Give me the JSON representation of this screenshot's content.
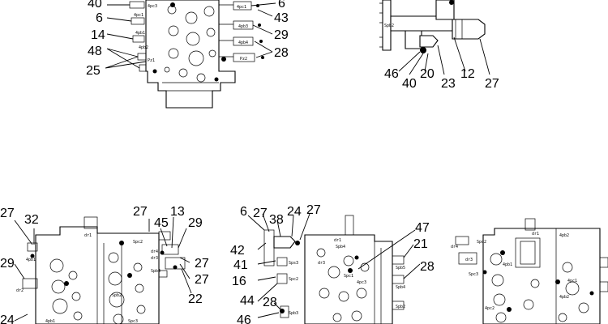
{
  "callouts": {
    "v1": [
      "40",
      "6",
      "14",
      "48",
      "25",
      "6",
      "43",
      "29",
      "28"
    ],
    "v2": [
      "46",
      "40",
      "20",
      "23",
      "12",
      "27"
    ],
    "v3": [
      "27",
      "32",
      "29",
      "24",
      "27",
      "45",
      "13",
      "29",
      "27",
      "27",
      "22"
    ],
    "v4": [
      "6",
      "27",
      "38",
      "24",
      "27",
      "42",
      "41",
      "16",
      "44",
      "28",
      "46",
      "47",
      "21",
      "28"
    ]
  },
  "ports": {
    "v1": [
      "4pc1",
      "4pb1",
      "4pb2",
      "Pz1",
      "4pc3",
      "4pc1",
      "4pb3",
      "4pb4",
      "Pz2"
    ],
    "v2": [
      "Spb2"
    ],
    "v3": [
      "dr1",
      "Spc2",
      "4pb1",
      "dr4",
      "dr3",
      "Spb4",
      "dr2",
      "4pb1",
      "Spb2",
      "Spc3"
    ],
    "v4": [
      "dr1",
      "Spb4",
      "dr3",
      "Sps3",
      "Spc1",
      "Spb5",
      "Spc2",
      "Spb4",
      "Spb2",
      "Spb3",
      "4pc3"
    ],
    "v5": [
      "dr4",
      "Spc2",
      "dr3",
      "Spc3",
      "dr1",
      "4pb2",
      "4pb1",
      "4pc1",
      "4pb2",
      "4pc2"
    ]
  }
}
